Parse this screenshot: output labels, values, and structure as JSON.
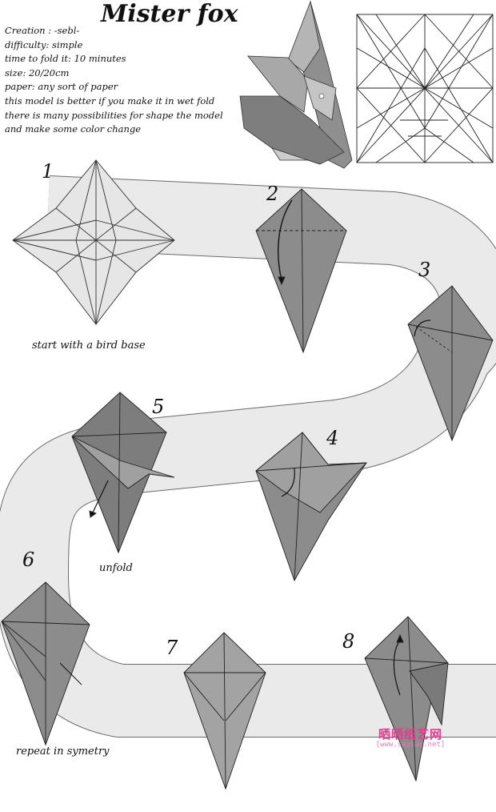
{
  "title": "Mister fox",
  "info_lines": [
    "Creation : -sebl-",
    "difficulty: simple",
    "time to fold it: 10 minutes",
    "size: 20/20cm",
    "paper: any sort of paper",
    "this model is better if you make it in wet fold",
    "there is many possibilities for shape the model",
    "and make some color change"
  ],
  "steps": [
    {
      "number": "1",
      "caption": "start with a bird base"
    },
    {
      "number": "2",
      "caption": ""
    },
    {
      "number": "3",
      "caption": ""
    },
    {
      "number": "4",
      "caption": ""
    },
    {
      "number": "5",
      "caption": "unfold"
    },
    {
      "number": "6",
      "caption": "repeat in symetry"
    },
    {
      "number": "7",
      "caption": ""
    },
    {
      "number": "8",
      "caption": ""
    }
  ],
  "watermark": {
    "main": "晒晒纸艺网",
    "sub": "[www.saysay.net]"
  },
  "colors": {
    "paper_dark": "#8c8c8c",
    "paper_mid": "#a3a3a3",
    "paper_light": "#e6e6e6",
    "band": "#eaeaea",
    "line": "#1a1a1a"
  }
}
